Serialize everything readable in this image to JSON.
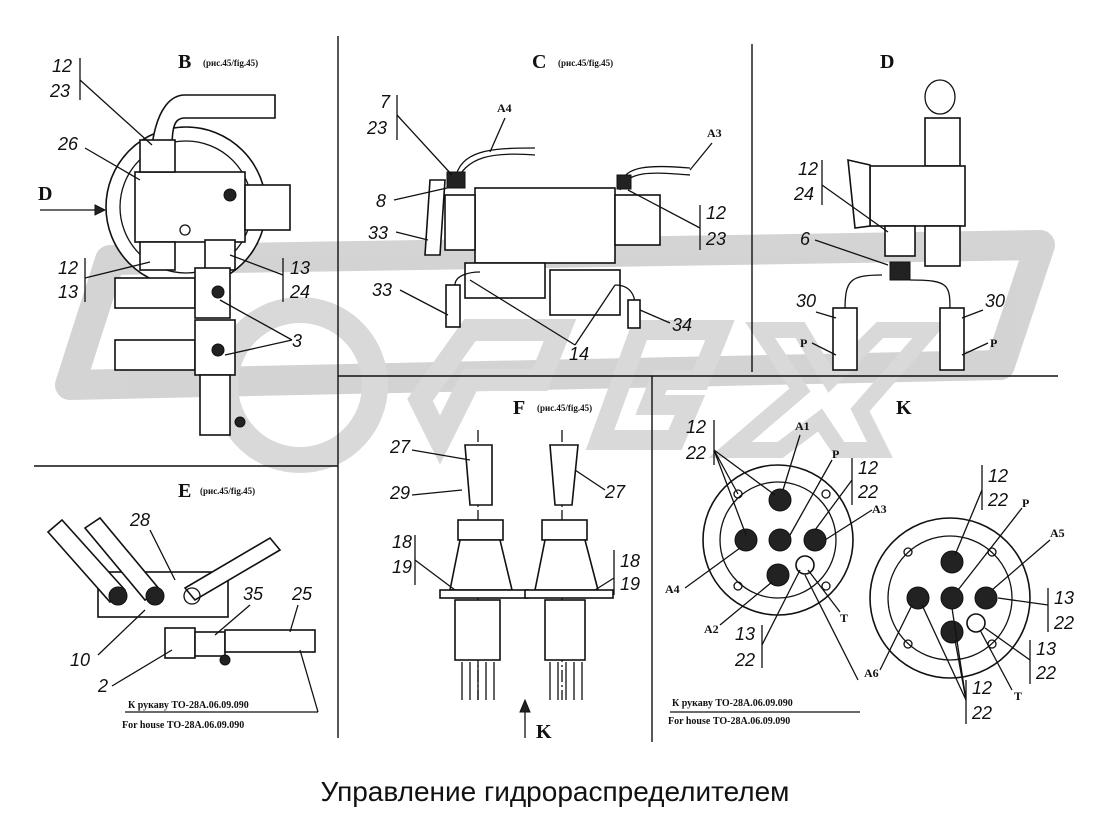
{
  "title": "Управление гидрораспределителем",
  "views": {
    "B": {
      "letter": "B",
      "ref": "(рис.45/fig.45)",
      "arrow": "D"
    },
    "C": {
      "letter": "C",
      "ref": "(рис.45/fig.45)"
    },
    "D": {
      "letter": "D"
    },
    "E": {
      "letter": "E",
      "ref": "(рис.45/fig.45)",
      "note_ru": "К рукаву ТО-28А.06.09.090",
      "note_en": "For house ТО-28А.06.09.090"
    },
    "F": {
      "letter": "F",
      "ref": "(рис.45/fig.45)",
      "arrow": "K"
    },
    "K": {
      "letter": "K",
      "note_ru": "К рукаву ТО-28А.06.09.090",
      "note_en": "For house ТО-28А.06.09.090"
    }
  },
  "callouts": {
    "b": [
      "12",
      "23",
      "26",
      "12",
      "13",
      "13",
      "24",
      "3"
    ],
    "c": [
      "7",
      "23",
      "A4",
      "A3",
      "8",
      "12",
      "23",
      "33",
      "33",
      "34",
      "14"
    ],
    "d": [
      "12",
      "24",
      "6",
      "30",
      "30",
      "P",
      "P"
    ],
    "e": [
      "28",
      "35",
      "25",
      "10",
      "2"
    ],
    "f": [
      "27",
      "27",
      "29",
      "18",
      "19",
      "18",
      "19"
    ],
    "k": [
      "12",
      "22",
      "A1",
      "P",
      "12",
      "22",
      "A3",
      "A4",
      "A2",
      "13",
      "22",
      "T",
      "12",
      "22",
      "P",
      "A5",
      "13",
      "22",
      "13",
      "22",
      "A6",
      "T",
      "12",
      "22"
    ]
  }
}
